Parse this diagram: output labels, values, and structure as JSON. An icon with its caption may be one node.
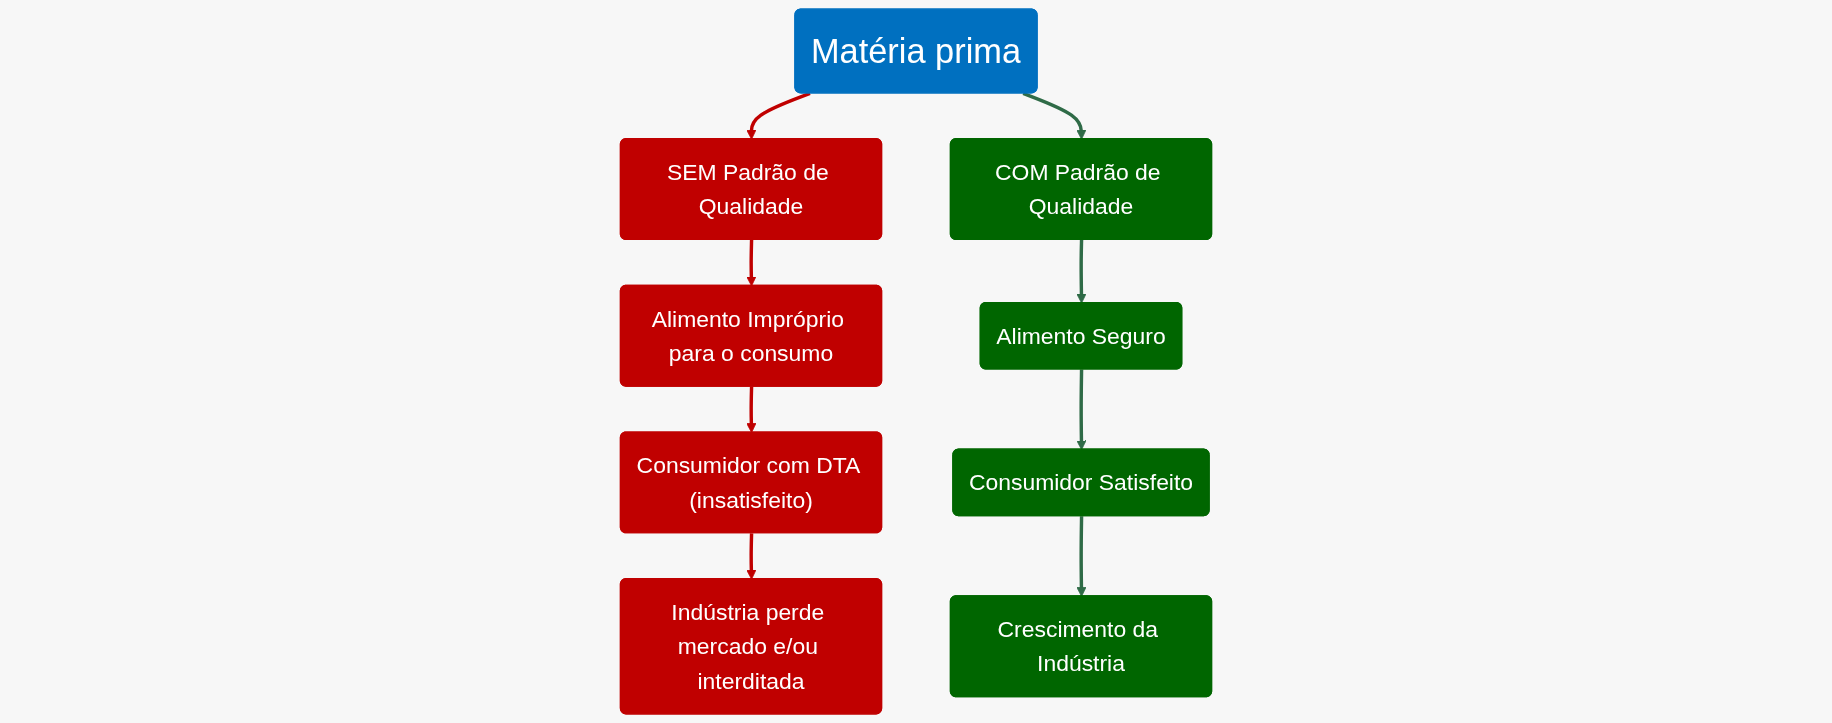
{
  "diagram": {
    "nodes": [
      {
        "text": [
          "Matéria prima"
        ]
      },
      {
        "text": [
          "SEM Padrão de Qualidade"
        ]
      },
      {
        "text": [
          "Alimento Impróprio para o consumo"
        ]
      },
      {
        "text": [
          "Consumidor com DTA (insatisfeito)"
        ]
      },
      {
        "text": [
          "Indústria perde mercado e/ou interditada"
        ]
      },
      {
        "text": [
          "COM Padrão de Qualidade"
        ]
      },
      {
        "text": [
          "Alimento Seguro"
        ]
      },
      {
        "text": [
          "Consumidor Satisfeito"
        ]
      },
      {
        "text": [
          "Crescimento da Indústria"
        ]
      }
    ],
    "edges": [
      {
        "from": 0,
        "to": 1,
        "arrow": "to",
        "color": "#c00000"
      },
      {
        "from": 0,
        "to": 5,
        "arrow": "to",
        "color": "#2f6b47"
      },
      {
        "from": 1,
        "to": 2,
        "arrow": "to",
        "color": "#c00000"
      },
      {
        "from": 2,
        "to": 3,
        "arrow": "to",
        "color": "#c00000"
      },
      {
        "from": 3,
        "to": 4,
        "arrow": "to",
        "color": "#c00000"
      },
      {
        "from": 5,
        "to": 6,
        "arrow": "to",
        "color": "#2f6b47"
      },
      {
        "from": 6,
        "to": 7,
        "arrow": "to",
        "color": "#2f6b47"
      },
      {
        "from": 7,
        "to": 8,
        "arrow": "to",
        "color": "#2f6b47"
      }
    ]
  }
}
